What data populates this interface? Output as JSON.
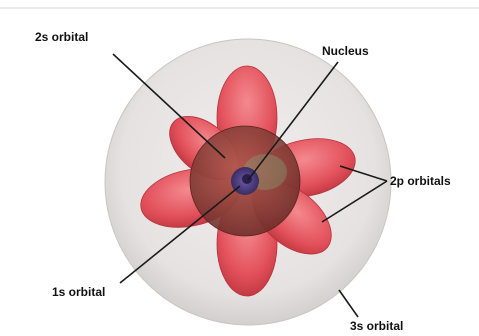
{
  "labels": {
    "orbital_2s": "2s orbital",
    "nucleus": "Nucleus",
    "orbitals_2p": "2p orbitals",
    "orbital_1s": "1s orbital",
    "orbital_3s": "3s orbital"
  },
  "colors": {
    "background": "#ffffff",
    "shell_3s": "#e6e3e3",
    "lobe_2p": "#e2505a",
    "sphere_2s": "#8a3a37",
    "nucleus": "#4a3a7a",
    "leader_line": "#1a1a1a"
  }
}
